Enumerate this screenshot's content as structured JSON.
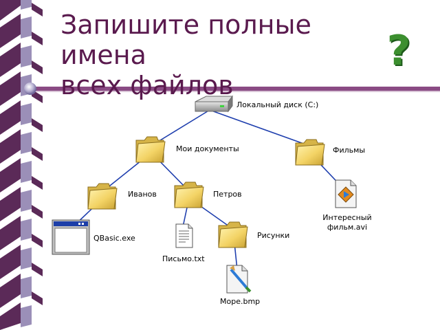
{
  "slide": {
    "title_line1": "Запишите полные имена",
    "title_line2": "всех файлов"
  },
  "tree": {
    "root": "Локальный диск (C:)",
    "folders": {
      "my_documents": "Мои документы",
      "movies": "Фильмы",
      "ivanov": "Иванов",
      "petrov": "Петров",
      "pictures": "Рисунки"
    },
    "files": {
      "qbasic": "QBasic.exe",
      "letter": "Письмо.txt",
      "movie_line1": "Интересный",
      "movie_line2": "фильм.avi",
      "sea": "Море.bmp"
    }
  },
  "colors": {
    "title": "#5a1a4e",
    "connector": "#1f3fae",
    "rule": "#8a4b84",
    "question": "#3c8f2f",
    "folder": "#f3d365"
  }
}
